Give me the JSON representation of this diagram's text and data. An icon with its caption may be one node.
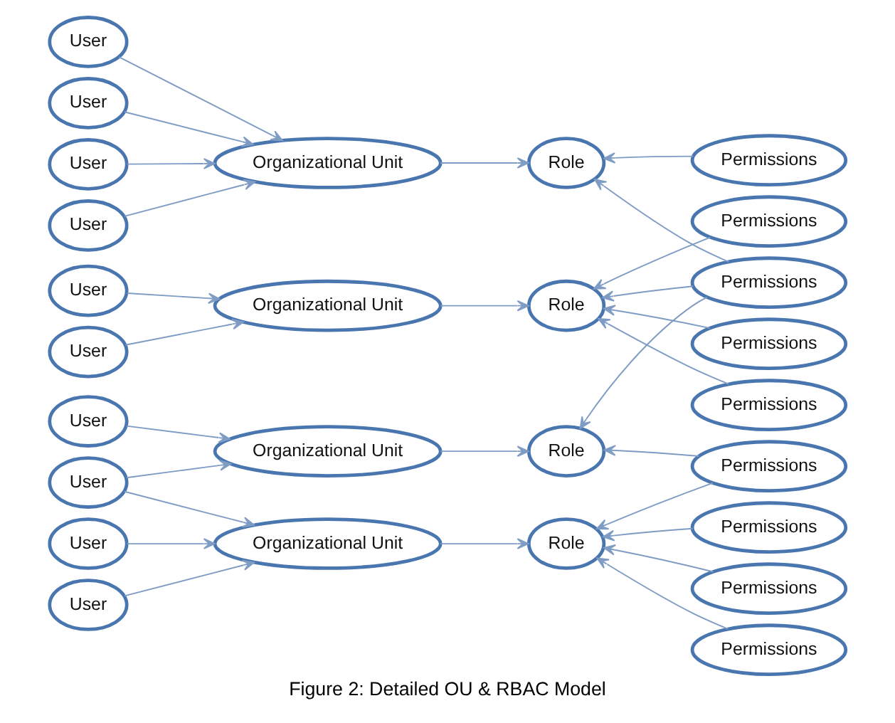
{
  "diagram": {
    "caption": "Figure 2: Detailed OU & RBAC Model",
    "nodes": [
      {
        "text": [
          "User"
        ]
      },
      {
        "text": [
          "User"
        ]
      },
      {
        "text": [
          "User"
        ]
      },
      {
        "text": [
          "User"
        ]
      },
      {
        "text": [
          "User"
        ]
      },
      {
        "text": [
          "User"
        ]
      },
      {
        "text": [
          "User"
        ]
      },
      {
        "text": [
          "User"
        ]
      },
      {
        "text": [
          "User"
        ]
      },
      {
        "text": [
          "User"
        ]
      },
      {
        "text": [
          "Organizational Unit"
        ]
      },
      {
        "text": [
          "Organizational Unit"
        ]
      },
      {
        "text": [
          "Organizational Unit"
        ]
      },
      {
        "text": [
          "Organizational Unit"
        ]
      },
      {
        "text": [
          "Role"
        ]
      },
      {
        "text": [
          "Role"
        ]
      },
      {
        "text": [
          "Role"
        ]
      },
      {
        "text": [
          "Role"
        ]
      },
      {
        "text": [
          "Permissions"
        ]
      },
      {
        "text": [
          "Permissions"
        ]
      },
      {
        "text": [
          "Permissions"
        ]
      },
      {
        "text": [
          "Permissions"
        ]
      },
      {
        "text": [
          "Permissions"
        ]
      },
      {
        "text": [
          "Permissions"
        ]
      },
      {
        "text": [
          "Permissions"
        ]
      },
      {
        "text": [
          "Permissions"
        ]
      },
      {
        "text": [
          "Permissions"
        ]
      }
    ],
    "edges": [
      {
        "from": 0,
        "to": 10,
        "arrow": "to"
      },
      {
        "from": 1,
        "to": 10,
        "arrow": "to"
      },
      {
        "from": 2,
        "to": 10,
        "arrow": "to"
      },
      {
        "from": 3,
        "to": 10,
        "arrow": "to"
      },
      {
        "from": 4,
        "to": 11,
        "arrow": "to"
      },
      {
        "from": 5,
        "to": 11,
        "arrow": "to"
      },
      {
        "from": 6,
        "to": 12,
        "arrow": "to"
      },
      {
        "from": 7,
        "to": 12,
        "arrow": "to"
      },
      {
        "from": 7,
        "to": 13,
        "arrow": "to"
      },
      {
        "from": 8,
        "to": 13,
        "arrow": "to"
      },
      {
        "from": 9,
        "to": 13,
        "arrow": "to"
      },
      {
        "from": 10,
        "to": 15,
        "arrow": "to"
      },
      {
        "from": 11,
        "to": 14,
        "arrow": "to"
      },
      {
        "from": 12,
        "to": 16,
        "arrow": "to"
      },
      {
        "from": 13,
        "to": 17,
        "arrow": "to"
      },
      {
        "from": 18,
        "to": 14,
        "arrow": "to"
      },
      {
        "from": 19,
        "to": 14,
        "arrow": "to"
      },
      {
        "from": 20,
        "to": 14,
        "arrow": "to"
      },
      {
        "from": 21,
        "to": 15,
        "arrow": "to"
      },
      {
        "from": 22,
        "to": 14,
        "arrow": "to"
      },
      {
        "from": 22,
        "to": 15,
        "arrow": "to"
      },
      {
        "from": 22,
        "to": 16,
        "arrow": "to"
      },
      {
        "from": 23,
        "to": 16,
        "arrow": "to"
      },
      {
        "from": 23,
        "to": 17,
        "arrow": "to"
      },
      {
        "from": 24,
        "to": 17,
        "arrow": "to"
      },
      {
        "from": 25,
        "to": 17,
        "arrow": "to"
      },
      {
        "from": 26,
        "to": 17,
        "arrow": "to"
      }
    ]
  }
}
